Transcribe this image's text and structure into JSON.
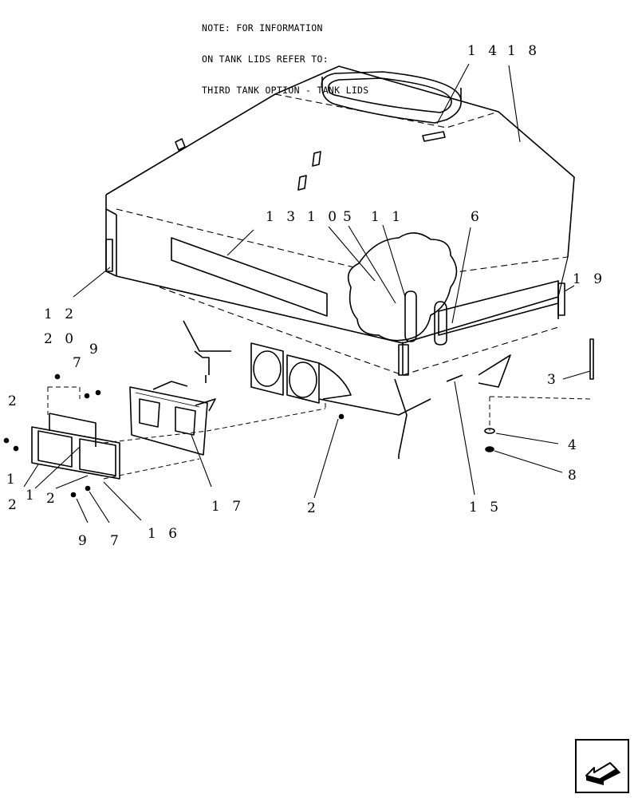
{
  "note": {
    "lines": [
      "NOTE: FOR INFORMATION",
      "ON TANK LIDS REFER TO:",
      "THIRD TANK OPTION - TANK LIDS"
    ]
  },
  "callouts": [
    {
      "text": "1 4"
    },
    {
      "text": "1 8"
    },
    {
      "text": "1 3"
    },
    {
      "text": "1 0"
    },
    {
      "text": "5"
    },
    {
      "text": "1 1"
    },
    {
      "text": "6"
    },
    {
      "text": "1 9"
    },
    {
      "text": "1 2"
    },
    {
      "text": "2 0"
    },
    {
      "text": "7"
    },
    {
      "text": "9"
    },
    {
      "text": "2"
    },
    {
      "text": "1"
    },
    {
      "text": "2"
    },
    {
      "text": "1"
    },
    {
      "text": "2"
    },
    {
      "text": "9"
    },
    {
      "text": "7"
    },
    {
      "text": "1 6"
    },
    {
      "text": "1 7"
    },
    {
      "text": "2"
    },
    {
      "text": "1 5"
    },
    {
      "text": "3"
    },
    {
      "text": "4"
    },
    {
      "text": "8"
    }
  ],
  "icons": {
    "navigation": "previous-page-arrow-icon"
  }
}
